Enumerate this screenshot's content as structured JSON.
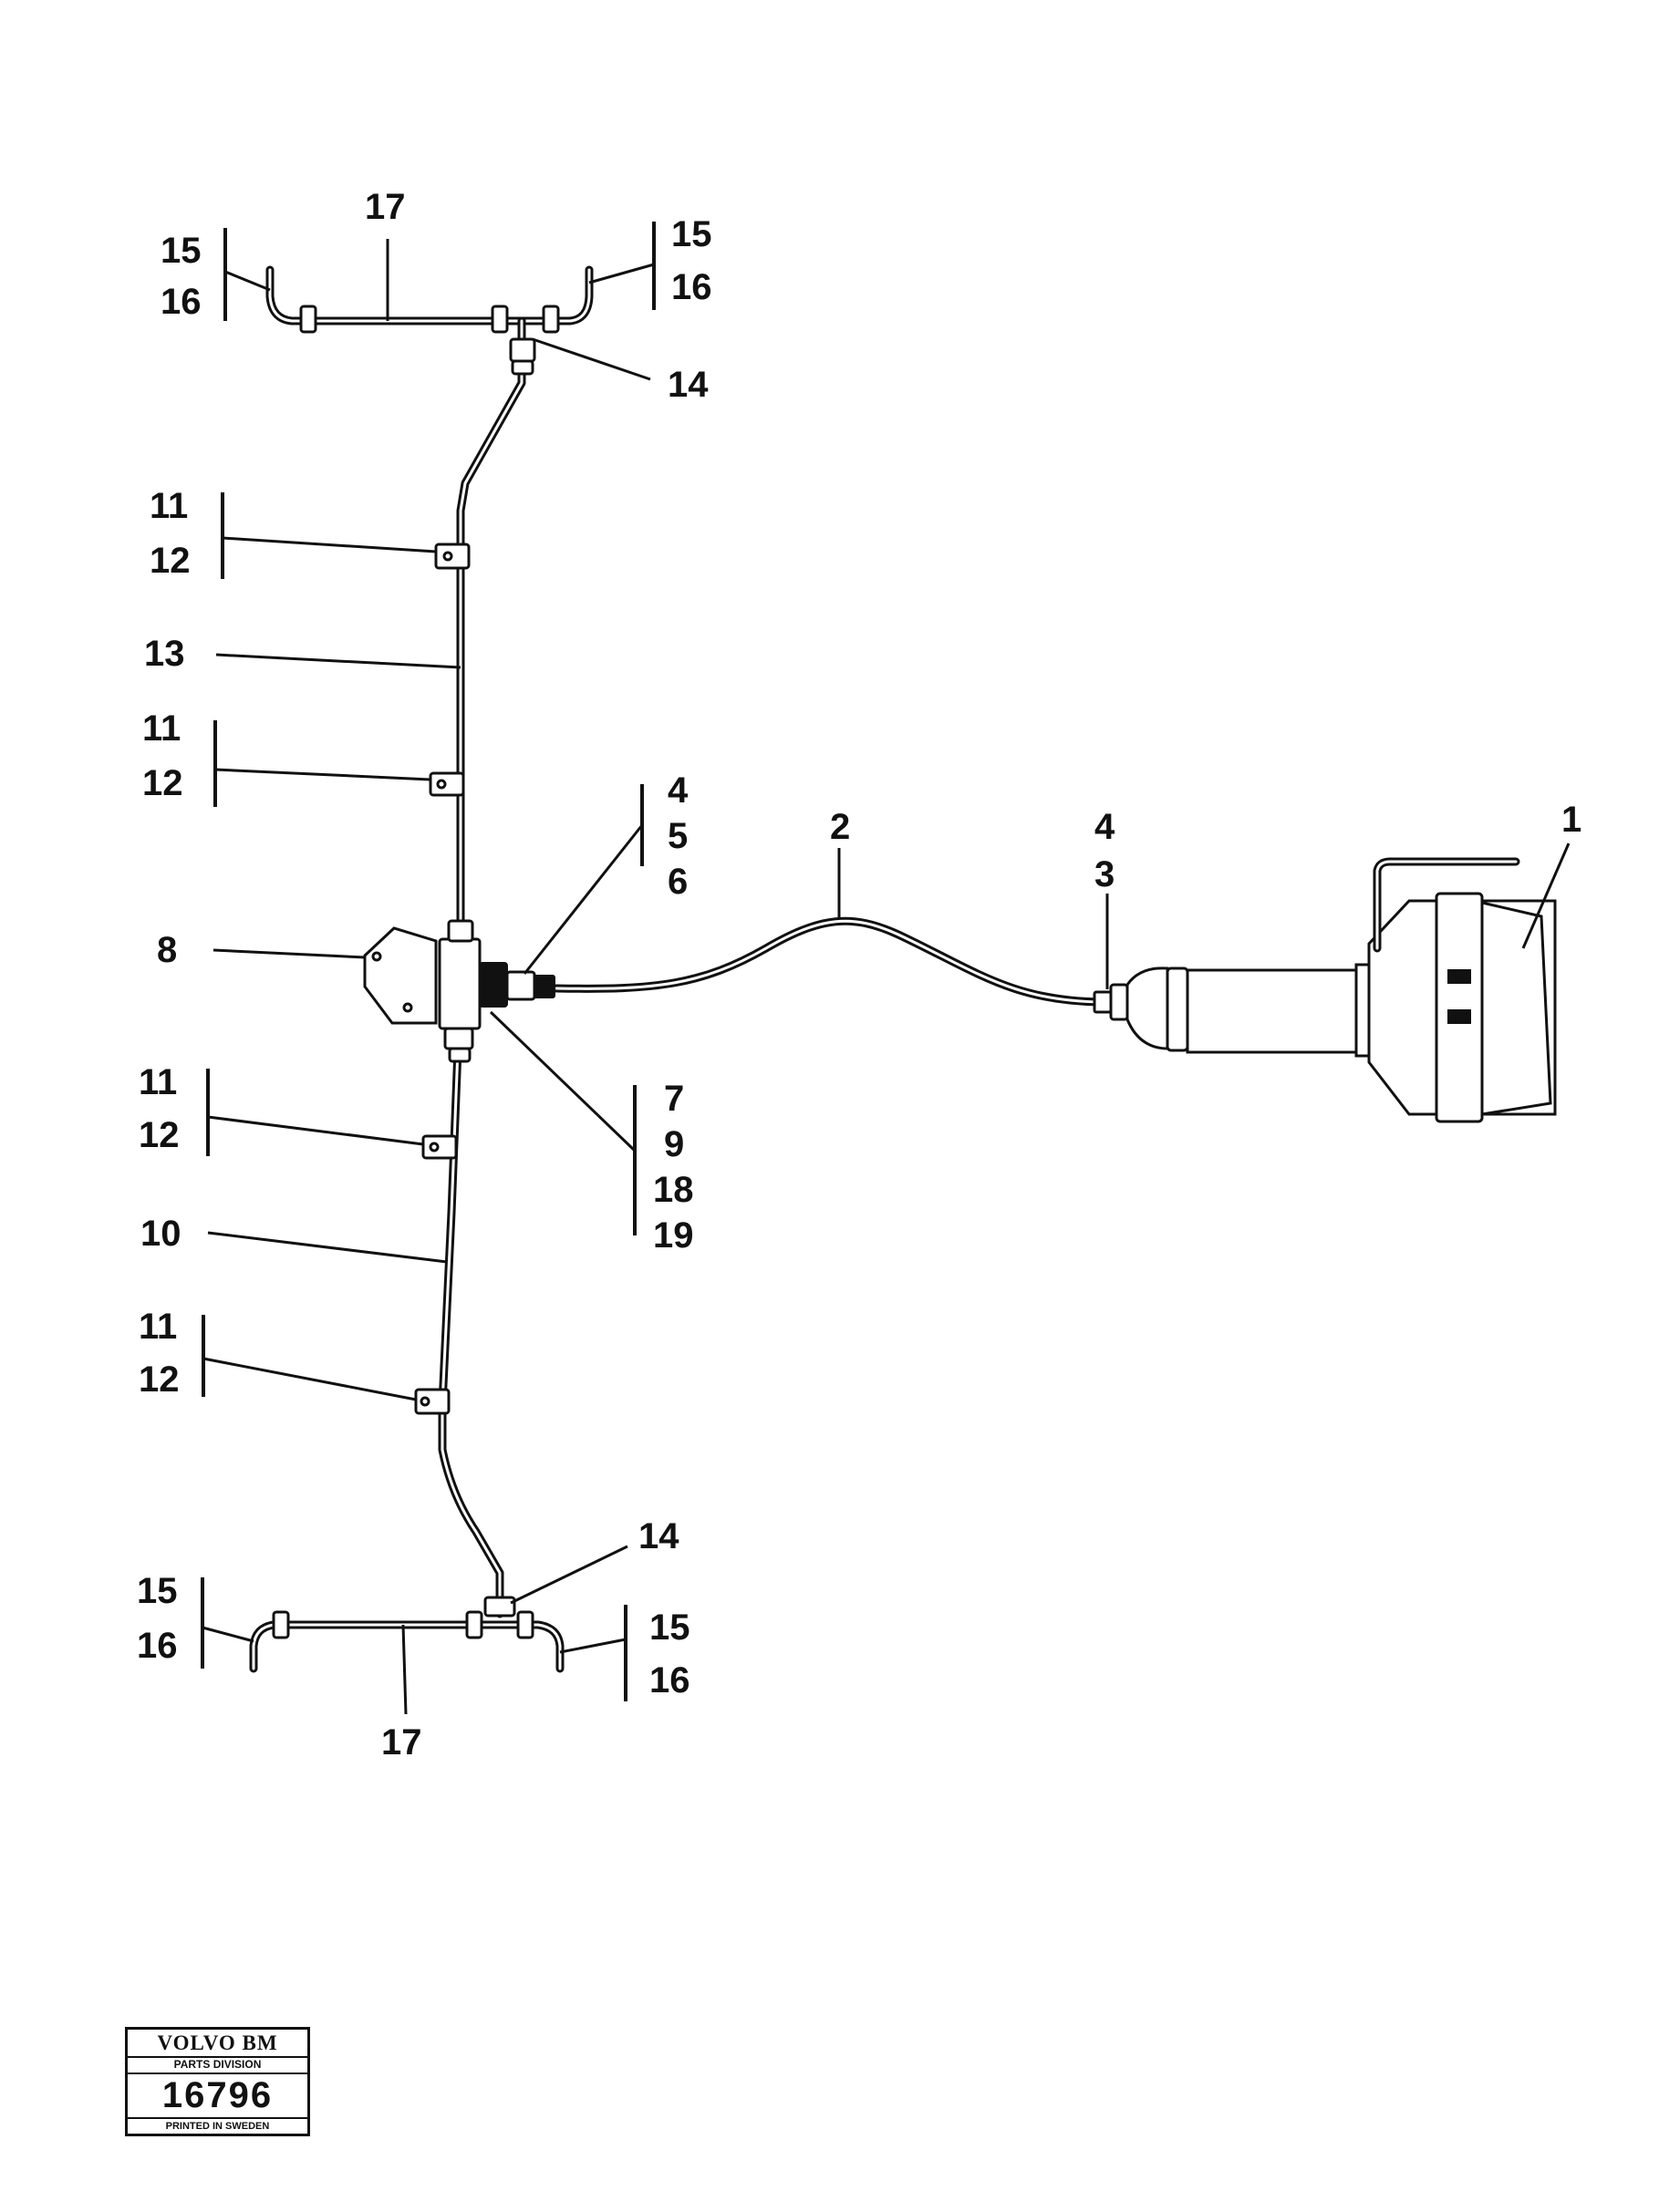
{
  "callouts": {
    "c1": "1",
    "c2": "2",
    "c3": "3",
    "c4a": "4",
    "c4b": "4",
    "c5": "5",
    "c6": "6",
    "c7": "7",
    "c8": "8",
    "c9": "9",
    "c10": "10",
    "c11a": "11",
    "c12a": "12",
    "c11b": "11",
    "c12b": "12",
    "c11c": "11",
    "c12c": "12",
    "c11d": "11",
    "c12d": "12",
    "c13": "13",
    "c14a": "14",
    "c14b": "14",
    "c15a": "15",
    "c16a": "16",
    "c15b": "15",
    "c16b": "16",
    "c15c": "15",
    "c16c": "16",
    "c15d": "15",
    "c16d": "16",
    "c17a": "17",
    "c17b": "17",
    "c18": "18",
    "c19": "19"
  },
  "stamp": {
    "brand": "VOLVO BM",
    "division": "PARTS DIVISION",
    "number": "16796",
    "printed": "PRINTED IN SWEDEN"
  }
}
